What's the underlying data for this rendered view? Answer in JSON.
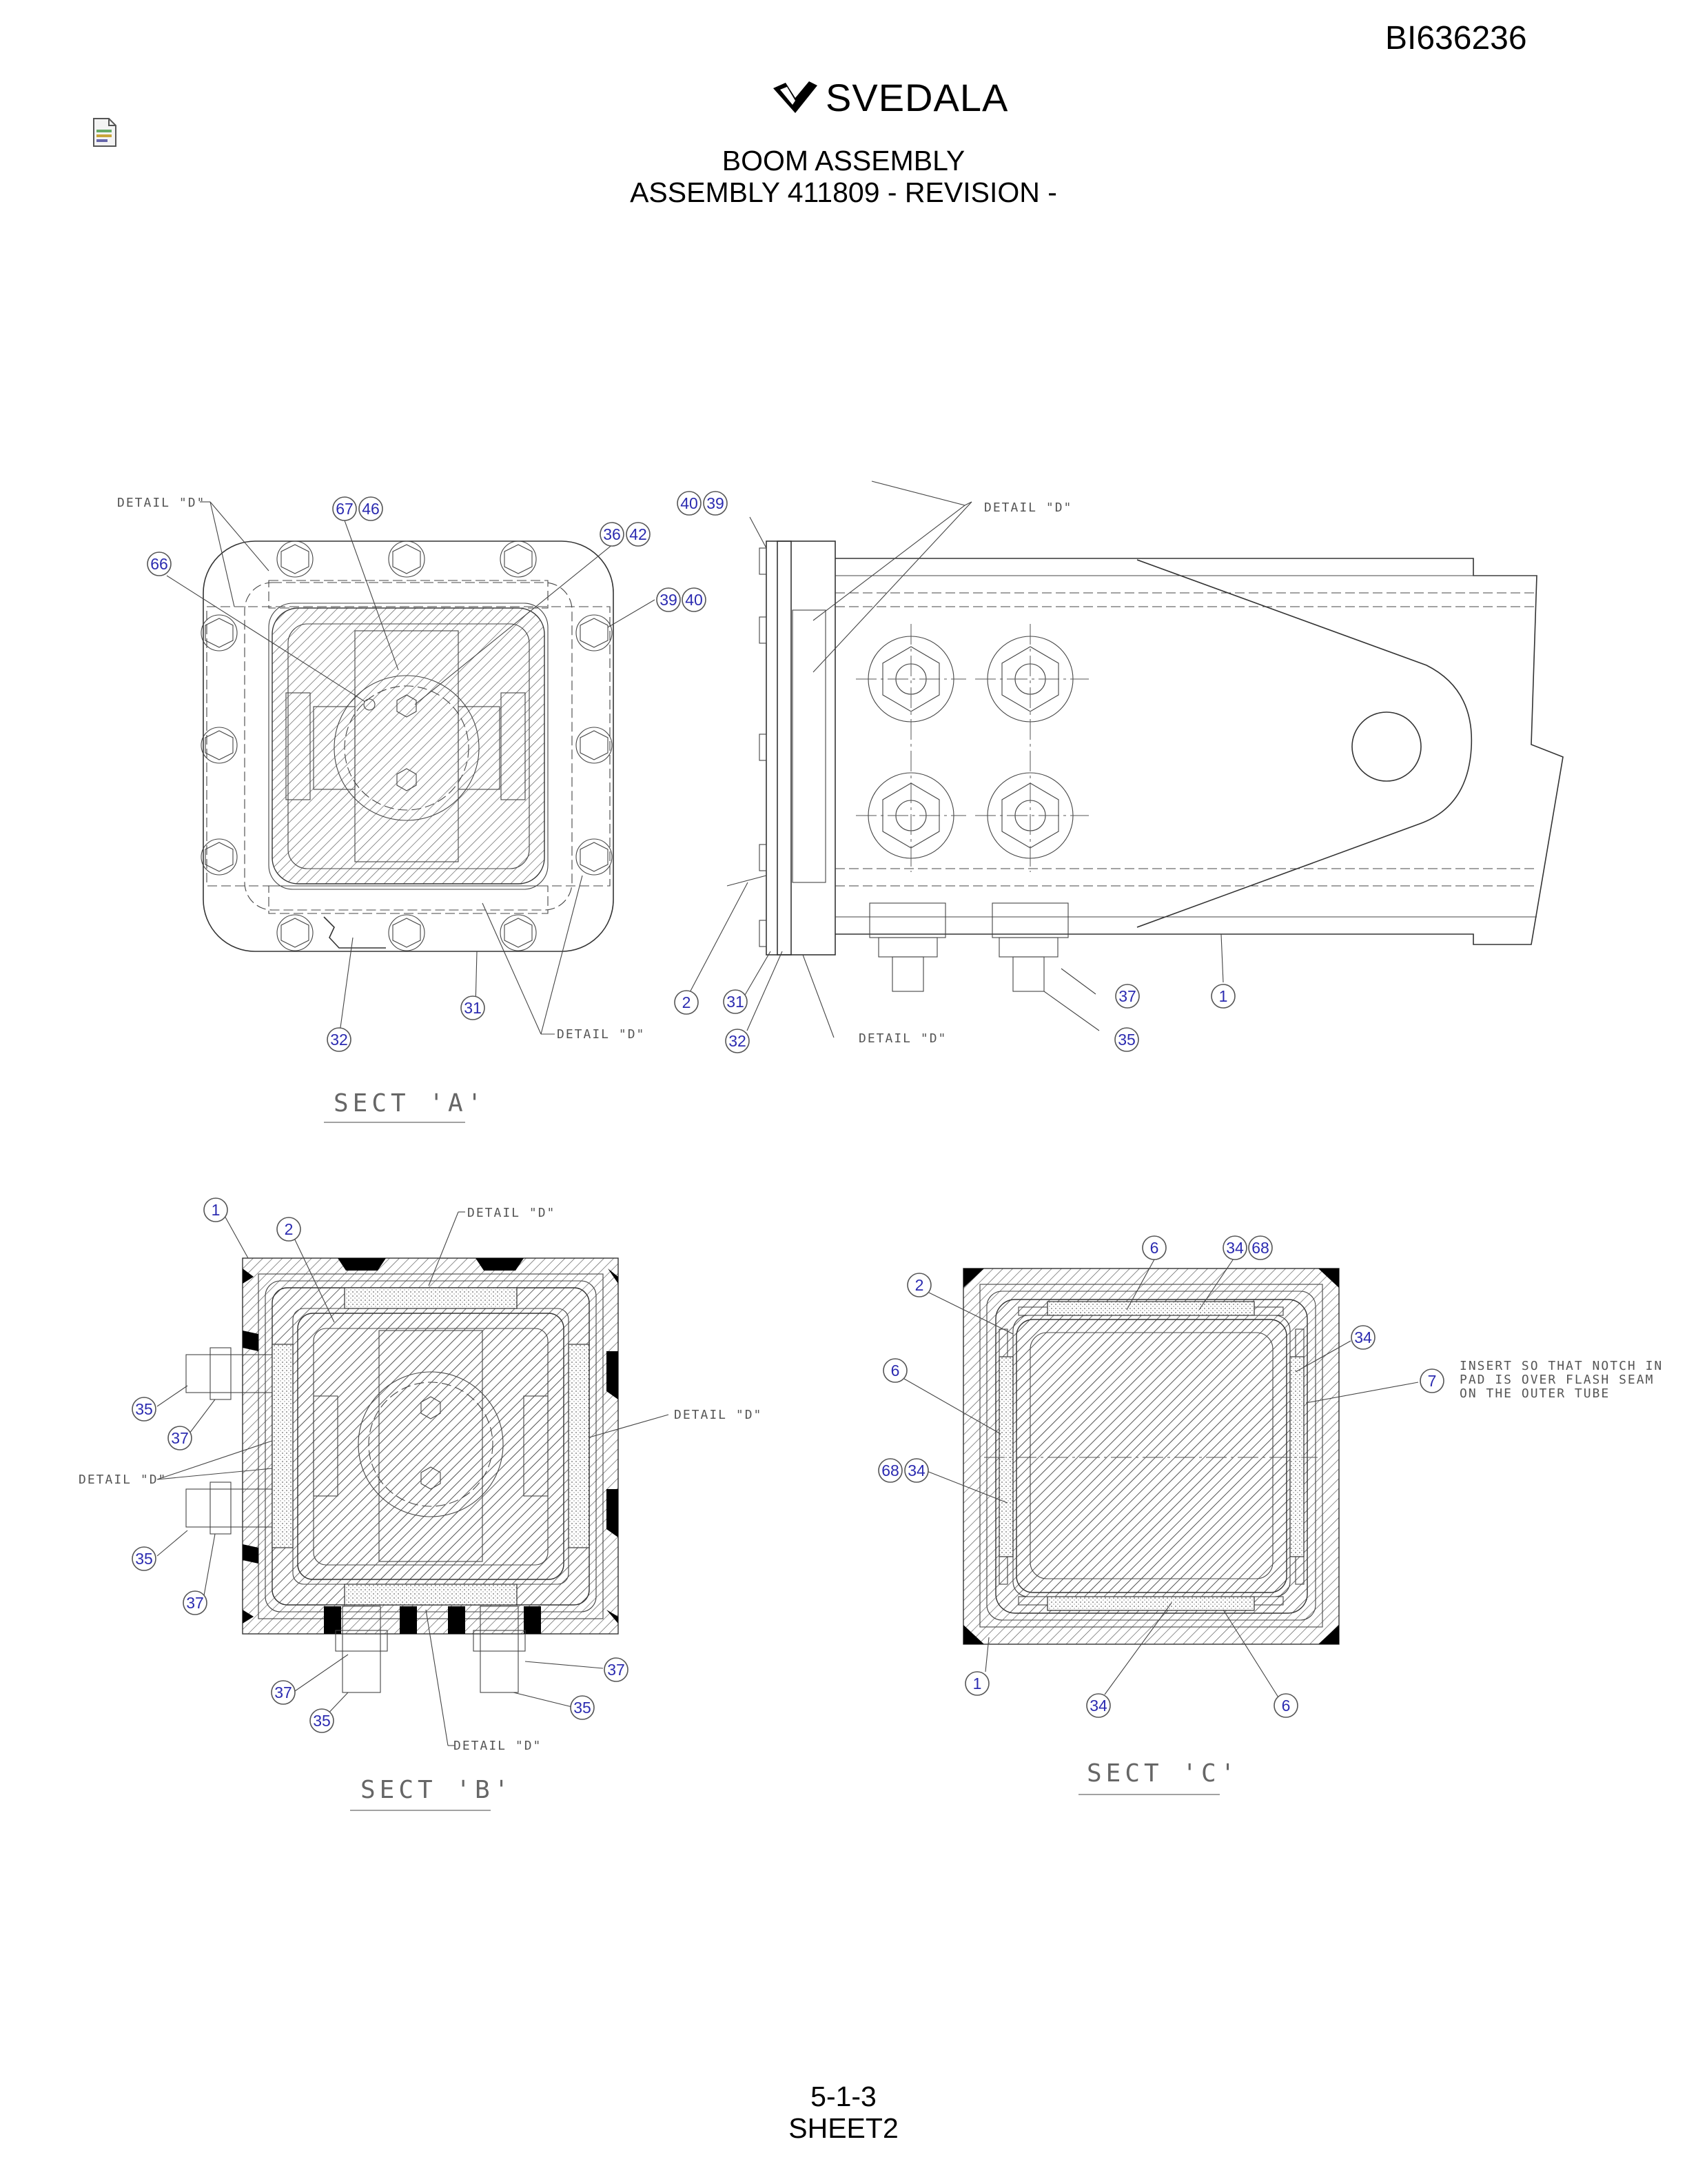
{
  "header": {
    "doc_id": "BI636236",
    "brand": "SVEDALA",
    "title_line1": "BOOM ASSEMBLY",
    "title_line2": "ASSEMBLY 411809 - REVISION -"
  },
  "footer": {
    "page": "5-1-3",
    "sheet": "SHEET2"
  },
  "notes": {
    "detail_d": "DETAIL \"D\"",
    "insert_line1": "INSERT SO THAT NOTCH IN",
    "insert_line2": "PAD IS OVER FLASH SEAM",
    "insert_line3": "ON THE OUTER TUBE"
  },
  "sections": {
    "a": "SECT 'A'",
    "b": "SECT 'B'",
    "c": "SECT 'C'"
  },
  "balloons": {
    "a_67": "67",
    "a_46": "46",
    "a_36": "36",
    "a_42": "42",
    "a_66": "66",
    "a_39": "39",
    "a_40": "40",
    "a_31": "31",
    "a_32": "32",
    "s_40": "40",
    "s_39": "39",
    "s_2": "2",
    "s_31": "31",
    "s_32": "32",
    "s_37": "37",
    "s_35": "35",
    "s_1": "1",
    "b_1": "1",
    "b_2": "2",
    "b_35a": "35",
    "b_37a": "37",
    "b_35b": "35",
    "b_37b": "37",
    "b_37c": "37",
    "b_35c": "35",
    "b_37d": "37",
    "b_35d": "35",
    "c_6a": "6",
    "c_34a": "34",
    "c_68a": "68",
    "c_2": "2",
    "c_34b": "34",
    "c_7": "7",
    "c_6b": "6",
    "c_68b": "68",
    "c_34c": "34",
    "c_1": "1",
    "c_34d": "34",
    "c_6c": "6"
  },
  "icons": {
    "file": "document-file-icon",
    "logo": "svedala-logo-icon"
  }
}
